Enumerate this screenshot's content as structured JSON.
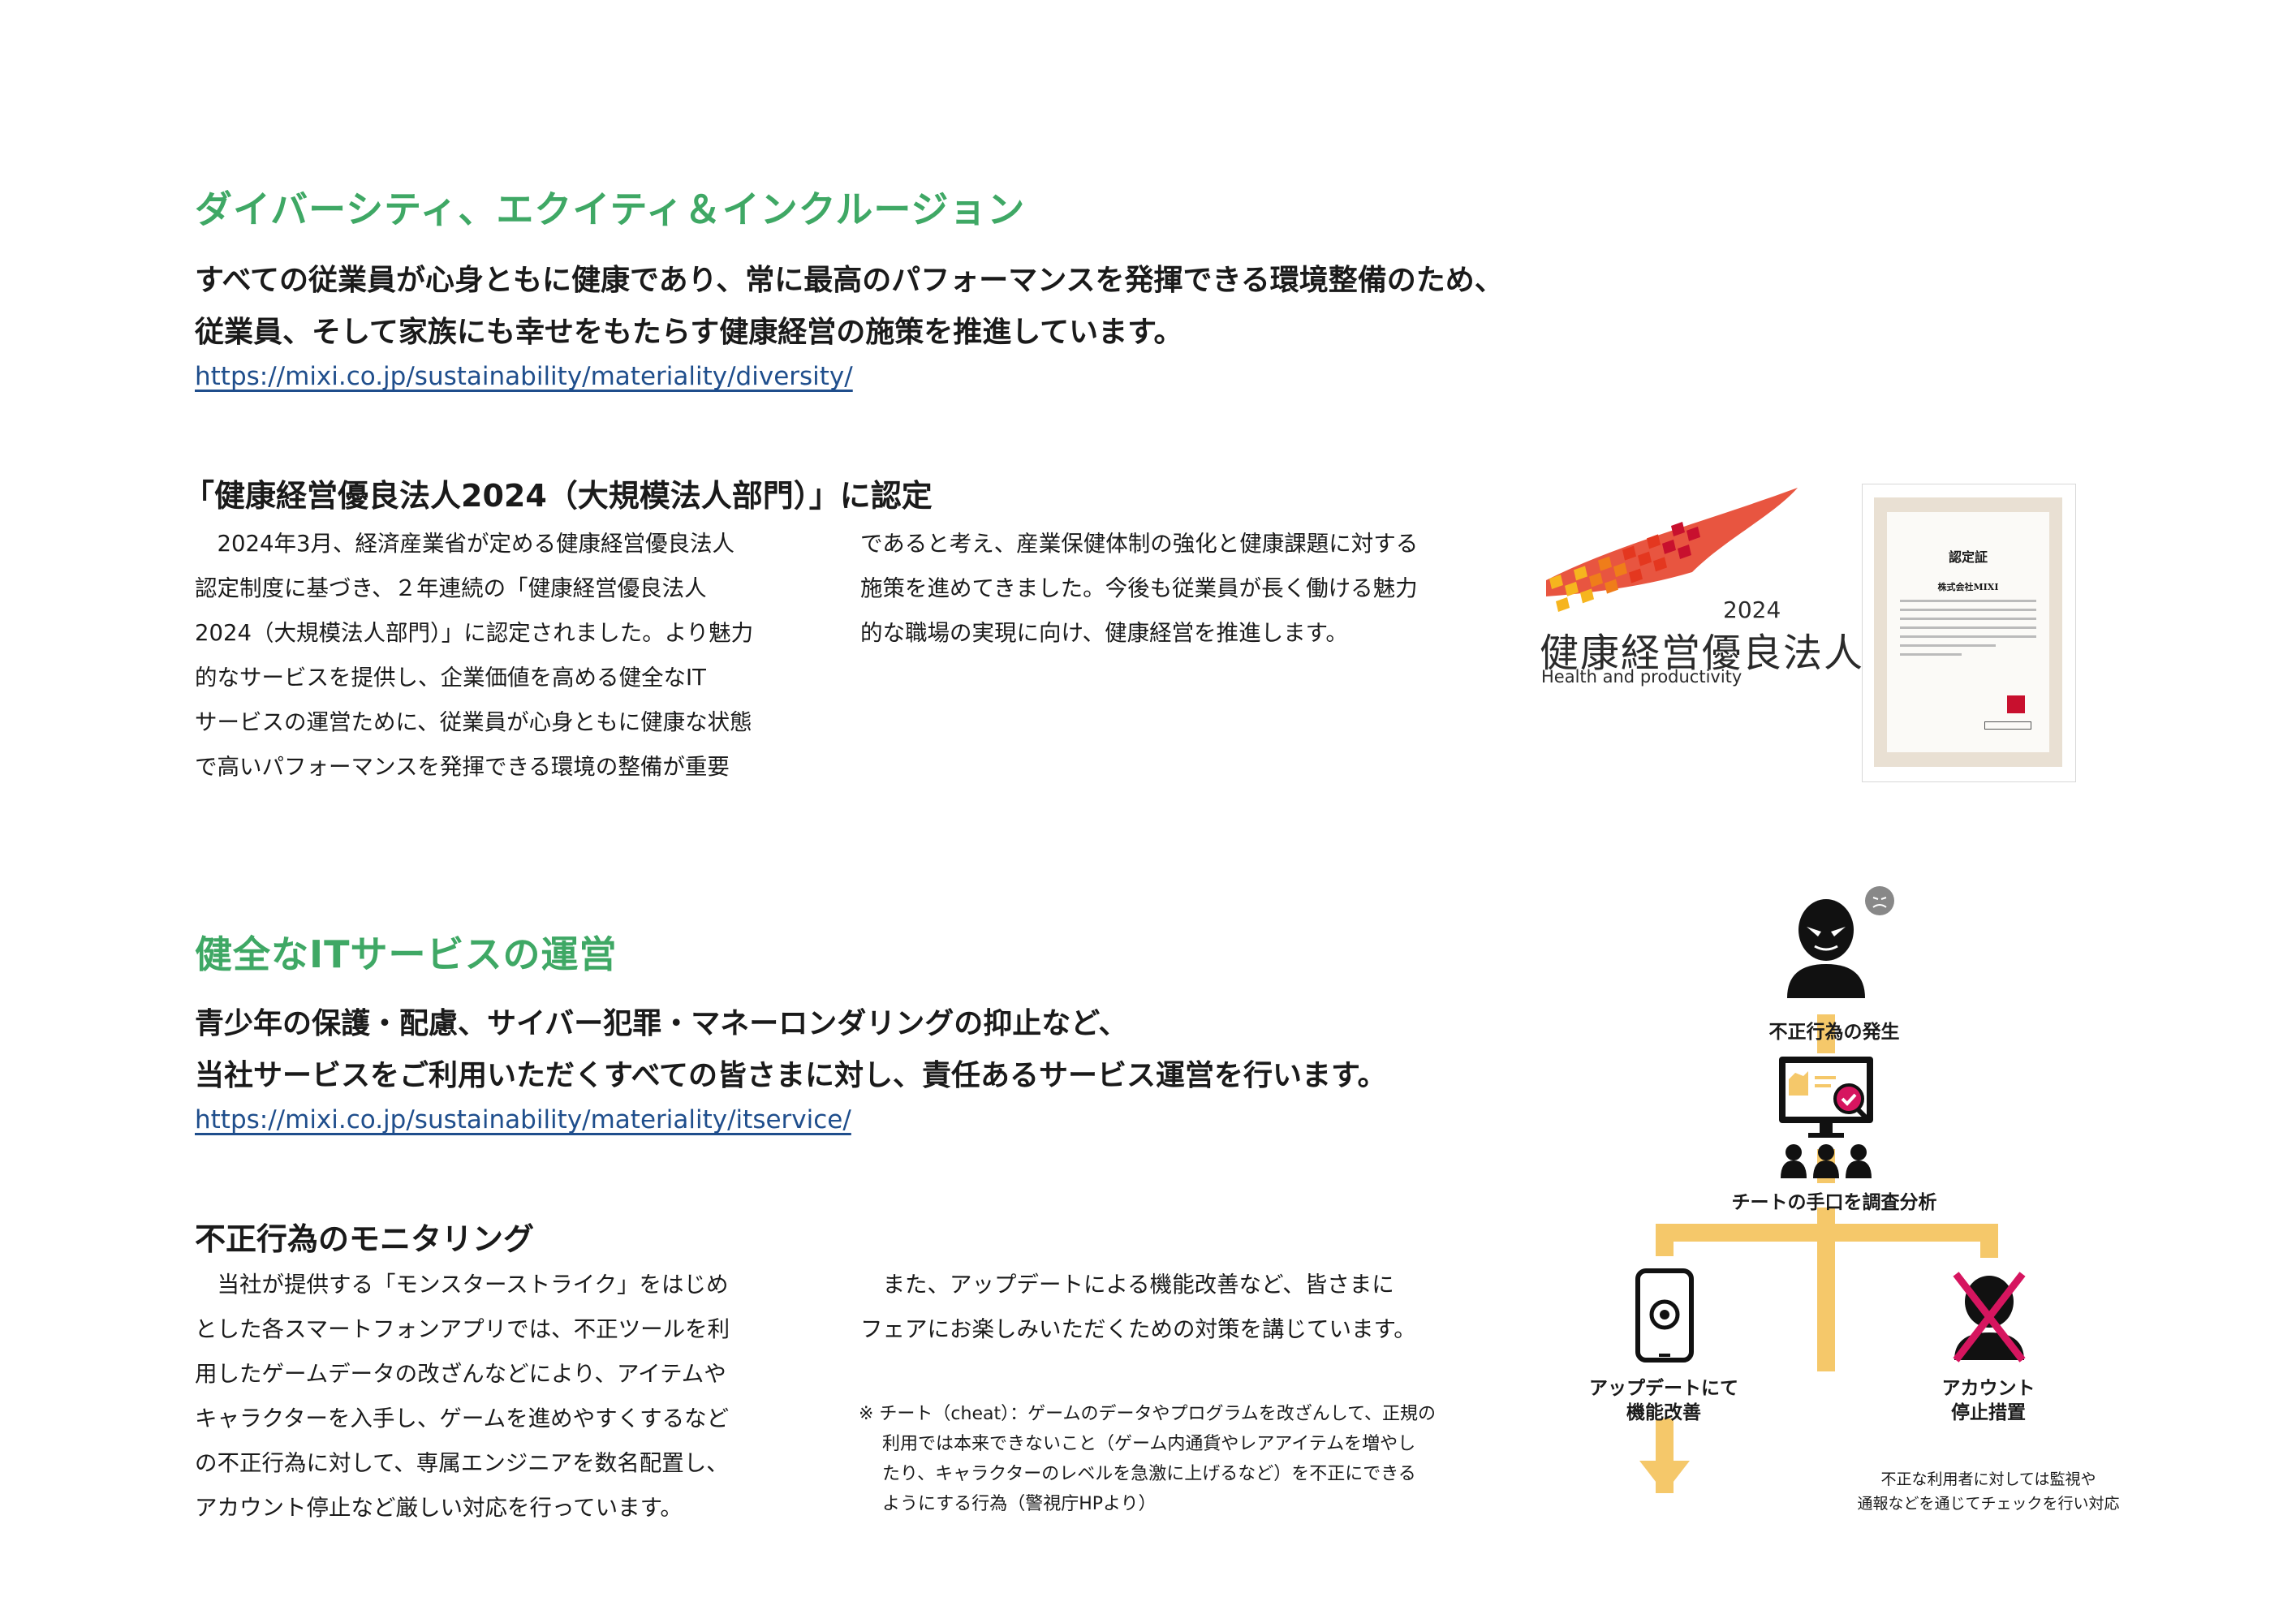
{
  "dei": {
    "heading": "ダイバーシティ、エクイティ＆インクルージョン",
    "lead_1": "すべての従業員が心身ともに健康であり、常に最高のパフォーマンスを発揮できる環境整備のため、",
    "lead_2": "従業員、そして家族にも幸せをもたらす健康経営の施策を推進しています。",
    "link": "https://mixi.co.jp/sustainability/materiality/diversity/"
  },
  "health": {
    "heading": "「健康経営優良法人2024（大規模法人部門）」に認定",
    "left_lines": [
      "　2024年3月、経済産業省が定める健康経営優良法人",
      "認定制度に基づき、２年連続の「健康経営優良法人",
      "2024（大規模法人部門）」に認定されました。より魅力",
      "的なサービスを提供し、企業価値を高める健全なIT",
      "サービスの運営ために、従業員が心身ともに健康な状態",
      "で高いパフォーマンスを発揮できる環境の整備が重要"
    ],
    "right_lines": [
      "であると考え、産業保健体制の強化と健康課題に対する",
      "施策を進めてきました。今後も従業員が長く働ける魅力",
      "的な職場の実現に向け、健康経営を推進します。"
    ],
    "logo": {
      "year": "2024",
      "name_jp": "健康経営優良法人",
      "name_en": "Health and productivity",
      "colors": [
        "#f6b51e",
        "#ef7d1a",
        "#e4371f",
        "#c8102e"
      ]
    },
    "certificate": {
      "title": "認定証",
      "company": "株式会社MIXI",
      "seal_color": "#c8102e"
    }
  },
  "it": {
    "heading": "健全なITサービスの運営",
    "lead_1": "青少年の保護・配慮、サイバー犯罪・マネーロンダリングの抑止など、",
    "lead_2": "当社サービスをご利用いただくすべての皆さまに対し、責任あるサービス運営を行います。",
    "link": "https://mixi.co.jp/sustainability/materiality/itservice/",
    "monitoring_heading": "不正行為のモニタリング",
    "left_lines": [
      "　当社が提供する「モンスターストライク」をはじめ",
      "とした各スマートフォンアプリでは、不正ツールを利",
      "用したゲームデータの改ざんなどにより、アイテムや",
      "キャラクターを入手し、ゲームを進めやすくするなど",
      "の不正行為に対して、専属エンジニアを数名配置し、",
      "アカウント停止など厳しい対応を行っています。"
    ],
    "right_lines": [
      "　また、アップデートによる機能改善など、皆さまに",
      "フェアにお楽しみいただくための対策を講じています。"
    ],
    "note_lines": [
      "※ チート（cheat）：ゲームのデータやプログラムを改ざんして、正規の",
      "　 利用では本来できないこと（ゲーム内通貨やレアアイテムを増やし",
      "　 たり、キャラクターのレベルを急激に上げるなど）を不正にできる",
      "　 ようにする行為（警視庁HPより）"
    ]
  },
  "flow": {
    "step1": "不正行為の発生",
    "step2": "チートの手口を調査分析",
    "branch_left_1": "アップデートにて",
    "branch_left_2": "機能改善",
    "branch_right_1": "アカウント",
    "branch_right_2": "停止措置",
    "footnote_1": "不正な利用者に対しては監視や",
    "footnote_2": "通報などを通じてチェックを行い対応",
    "arrow_color": "#f5c86a",
    "cross_color": "#d6155f"
  }
}
